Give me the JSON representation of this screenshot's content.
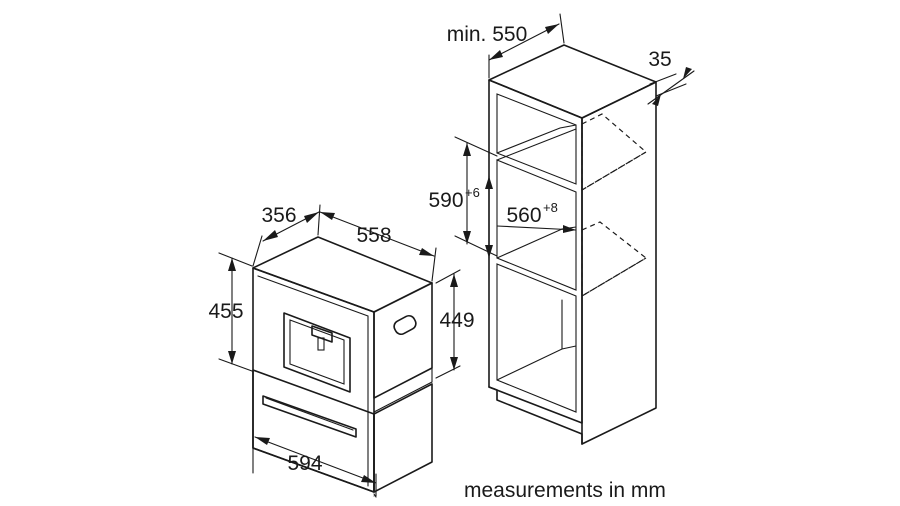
{
  "appliance": {
    "width": "594",
    "depth": "356",
    "depth_total": "558",
    "height": "455",
    "height_body": "449"
  },
  "cabinet": {
    "min_depth": "min. 550",
    "side_offset": "35",
    "niche_height": "590",
    "niche_height_tolerance": "+6",
    "niche_depth": "560",
    "niche_depth_tolerance": "+8"
  },
  "footer": {
    "note": "measurements in mm"
  }
}
